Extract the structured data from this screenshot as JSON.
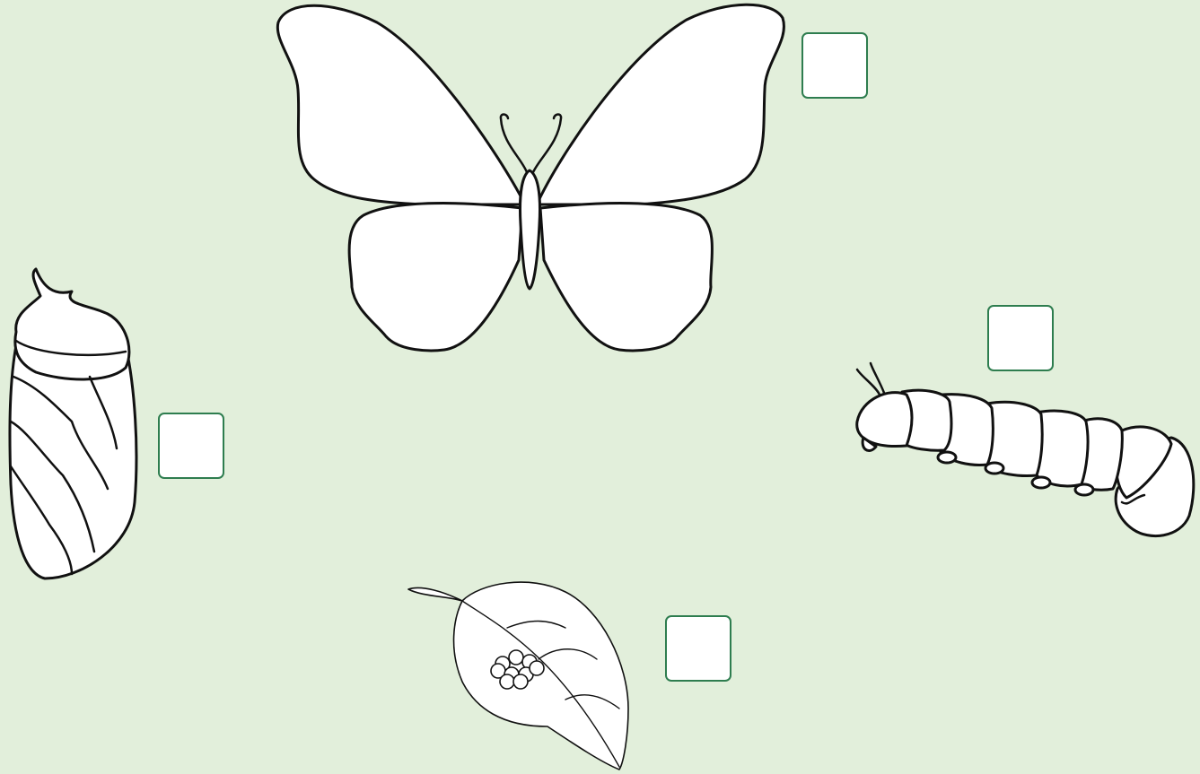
{
  "diagram": {
    "stages": [
      {
        "id": "butterfly",
        "answer_value": ""
      },
      {
        "id": "caterpillar",
        "answer_value": ""
      },
      {
        "id": "chrysalis",
        "answer_value": ""
      },
      {
        "id": "eggs",
        "answer_value": ""
      }
    ],
    "colors": {
      "background": "#e2efdb",
      "box_border": "#2e7d4f",
      "outline": "#111111"
    }
  }
}
